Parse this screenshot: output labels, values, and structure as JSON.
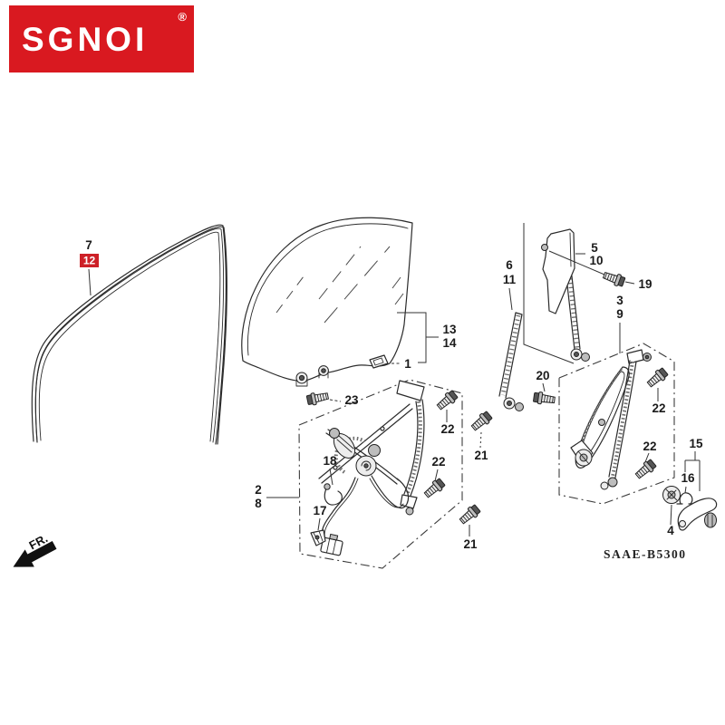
{
  "logo": {
    "brand": "SGNOI",
    "registered_mark": "®",
    "bg_color": "#d91920",
    "text_color": "#ffffff"
  },
  "footer": {
    "drawing_code": "SAAE-B5300",
    "direction_label": "FR."
  },
  "colors": {
    "line": "#2b2b2b",
    "highlight_red": "#cd2027"
  },
  "callouts": {
    "n7": "7",
    "n12": "12",
    "n13": "13",
    "n14": "14",
    "n1": "1",
    "n23": "23",
    "n5": "5",
    "n10": "10",
    "n19": "19",
    "n6": "6",
    "n11": "11",
    "n3": "3",
    "n9": "9",
    "n20": "20",
    "n22a": "22",
    "n22b": "22",
    "n22c": "22",
    "n22d": "22",
    "n21a": "21",
    "n21b": "21",
    "n18": "18",
    "n2": "2",
    "n8": "8",
    "n17": "17",
    "n15": "15",
    "n16": "16",
    "n4": "4"
  }
}
